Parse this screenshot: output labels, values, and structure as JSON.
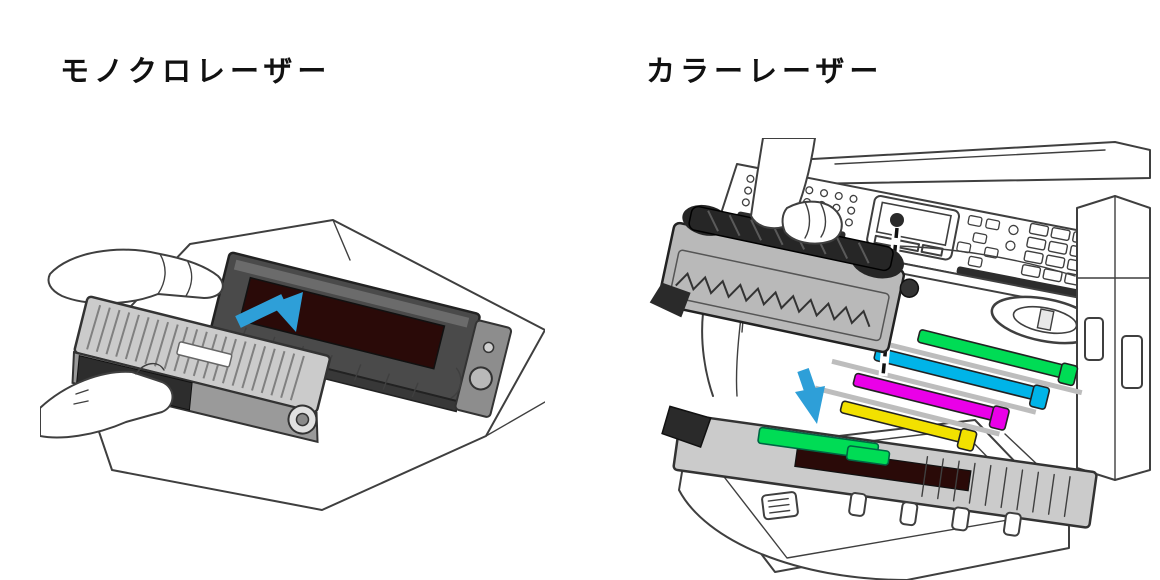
{
  "page": {
    "background": "#ffffff"
  },
  "figures": {
    "mono": {
      "label": "モノクロレーザー"
    },
    "color": {
      "label": "カラーレーザー"
    }
  },
  "icons": {
    "mono_arrow": "insert-direction-arrow",
    "color_arrow": "insert-direction-arrow",
    "alignment_guide": "dashed-guide-line"
  },
  "colors": {
    "arrow_blue": "#2E9FD8",
    "drum_dark_red": "#2A0A08",
    "toner_green": "#00DC55",
    "toner_cyan": "#00B4E8",
    "toner_magenta": "#EA00E8",
    "toner_yellow": "#F2E100",
    "unit_dark_gray": "#4A4A4A",
    "unit_light_gray": "#CBCBCB",
    "handle_black": "#262626"
  }
}
